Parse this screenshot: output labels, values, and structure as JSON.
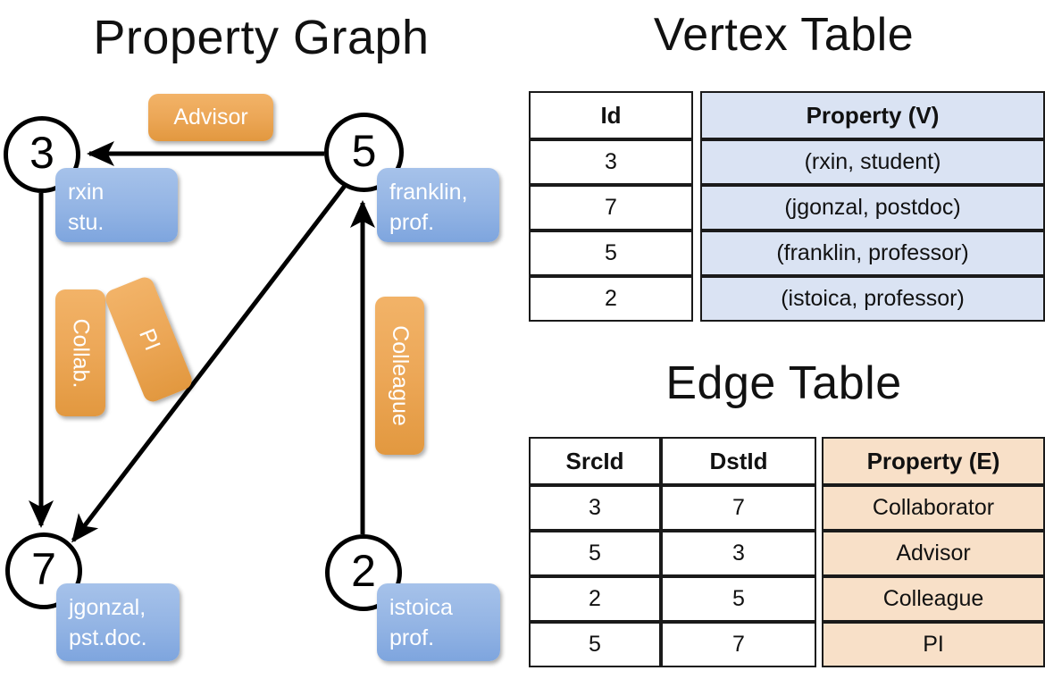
{
  "graph": {
    "title": "Property Graph",
    "nodes": [
      {
        "id": "3",
        "name": "node-3"
      },
      {
        "id": "5",
        "name": "node-5"
      },
      {
        "id": "7",
        "name": "node-7"
      },
      {
        "id": "2",
        "name": "node-2"
      }
    ],
    "vertex_labels": [
      {
        "key": "rxin",
        "line1": "rxin",
        "line2": "stu."
      },
      {
        "key": "franklin",
        "line1": "franklin,",
        "line2": "prof."
      },
      {
        "key": "jgonzal",
        "line1": "jgonzal,",
        "line2": "pst.doc."
      },
      {
        "key": "istoica",
        "line1": "istoica",
        "line2": "prof."
      }
    ],
    "edge_labels": [
      {
        "key": "advisor",
        "text": "Advisor"
      },
      {
        "key": "collab",
        "text": "Collab."
      },
      {
        "key": "pi",
        "text": "PI"
      },
      {
        "key": "colleague",
        "text": "Colleague"
      }
    ],
    "colors": {
      "vertex_box": "#93b4e4",
      "edge_box": "#eca757",
      "stroke": "#000000"
    }
  },
  "vertex_table": {
    "title": "Vertex Table",
    "headers": [
      "Id",
      "Property (V)"
    ],
    "rows": [
      [
        "3",
        "(rxin, student)"
      ],
      [
        "7",
        "(jgonzal, postdoc)"
      ],
      [
        "5",
        "(franklin, professor)"
      ],
      [
        "2",
        "(istoica, professor)"
      ]
    ],
    "header_fill": "#dae3f3"
  },
  "edge_table": {
    "title": "Edge Table",
    "headers": [
      "SrcId",
      "DstId",
      "Property (E)"
    ],
    "rows": [
      [
        "3",
        "7",
        "Collaborator"
      ],
      [
        "5",
        "3",
        "Advisor"
      ],
      [
        "2",
        "5",
        "Colleague"
      ],
      [
        "5",
        "7",
        "PI"
      ]
    ],
    "header_fill": "#f8e0c8"
  }
}
